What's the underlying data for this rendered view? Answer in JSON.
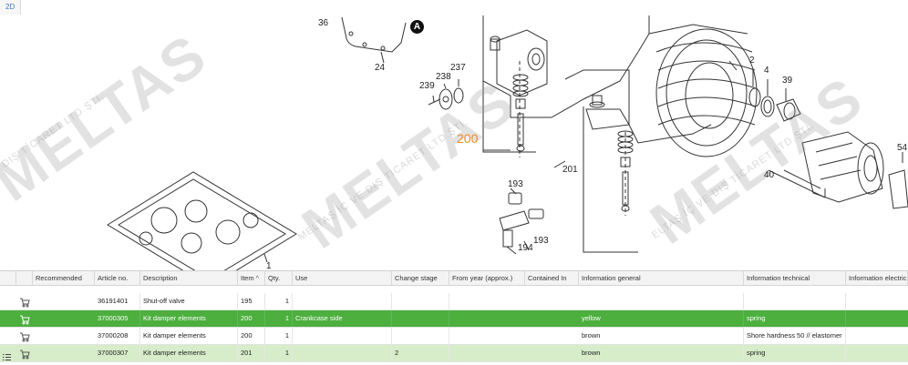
{
  "tabs": [
    {
      "label": "2D"
    }
  ],
  "drawing": {
    "watermark_brand": "MELTAS",
    "watermark_sub": "MELTAŞ İÇ VE DIŞ TİCARET LTD.ŞTİ.",
    "watermark_sub_short": "ELTAŞ İÇ VE DIŞ TİCARET LTD.ŞTİ.",
    "watermark_edge": "DIŞ TİCARET LTD.ŞTİ.",
    "badge": "A",
    "callouts": {
      "c36": "36",
      "c24": "24",
      "c239": "239",
      "c238": "238",
      "c237": "237",
      "c200": "200",
      "c193a": "193",
      "c194": "194",
      "c193b": "193",
      "c201": "201",
      "c2": "2",
      "c4": "4",
      "c39": "39",
      "c40": "40",
      "c54": "54",
      "c1": "1"
    }
  },
  "table": {
    "columns": [
      {
        "label": ""
      },
      {
        "label": ""
      },
      {
        "label": "Recommended"
      },
      {
        "label": "Article no."
      },
      {
        "label": "Description"
      },
      {
        "label": "Item",
        "sort": "^"
      },
      {
        "label": "Qty."
      },
      {
        "label": "Use"
      },
      {
        "label": "Change stage"
      },
      {
        "label": "From year (approx.)"
      },
      {
        "label": "Contained In"
      },
      {
        "label": "Information general"
      },
      {
        "label": "Information technical"
      },
      {
        "label": "Information electric"
      }
    ],
    "rows": [
      {
        "article": "36191401",
        "description": "Shut-off valve",
        "item": "195",
        "qty": "1",
        "use": "",
        "change_stage": "",
        "info_general": "",
        "info_technical": ""
      },
      {
        "article": "37000305",
        "description": "Kit damper elements",
        "item": "200",
        "qty": "1",
        "use": "Crankcase side",
        "change_stage": "",
        "info_general": "yellow",
        "info_technical": "spring"
      },
      {
        "article": "37000208",
        "description": "Kit damper elements",
        "item": "200",
        "qty": "1",
        "use": "",
        "change_stage": "",
        "info_general": "brown",
        "info_technical": "Shore hardness 50 // elastomer"
      },
      {
        "article": "37000307",
        "description": "Kit damper elements",
        "item": "201",
        "qty": "1",
        "use": "",
        "change_stage": "2",
        "info_general": "brown",
        "info_technical": "spring"
      }
    ]
  },
  "colors": {
    "selected_row": "#4caf3e",
    "highlight_row": "#d7ecc9",
    "callout_highlight": "#f08a1f",
    "tab_text": "#3b78c2"
  },
  "icons": {
    "cart": "cart-icon",
    "list": "list-icon"
  }
}
